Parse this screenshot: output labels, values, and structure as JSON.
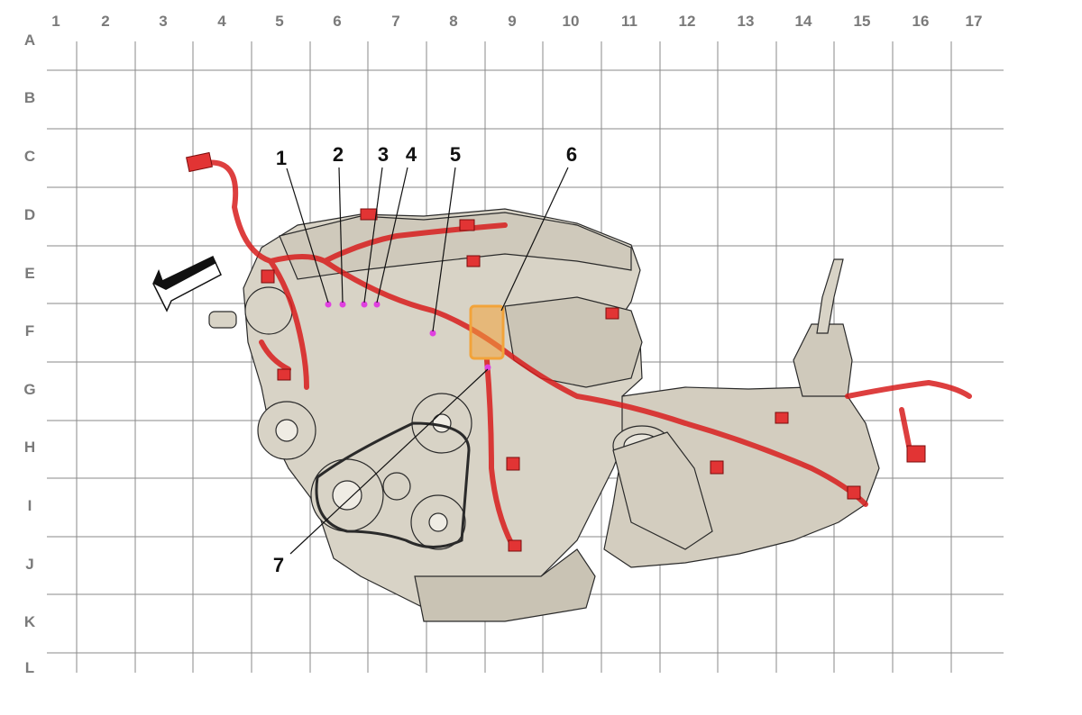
{
  "grid": {
    "columns": [
      "1",
      "2",
      "3",
      "4",
      "5",
      "6",
      "7",
      "8",
      "9",
      "10",
      "11",
      "12",
      "13",
      "14",
      "15",
      "16",
      "17"
    ],
    "rows": [
      "A",
      "B",
      "C",
      "D",
      "E",
      "F",
      "G",
      "H",
      "I",
      "J",
      "K",
      "L"
    ]
  },
  "callouts": [
    "1",
    "2",
    "3",
    "4",
    "5",
    "6",
    "7"
  ],
  "colors": {
    "grid": "#8a8a8a",
    "engine_fill": "#d8d3c6",
    "engine_line": "#2a2a2a",
    "harness": "#d81e1e",
    "highlight": "#f2a33a",
    "connector_dot": "#e040e0",
    "label": "#7a7a7a"
  }
}
